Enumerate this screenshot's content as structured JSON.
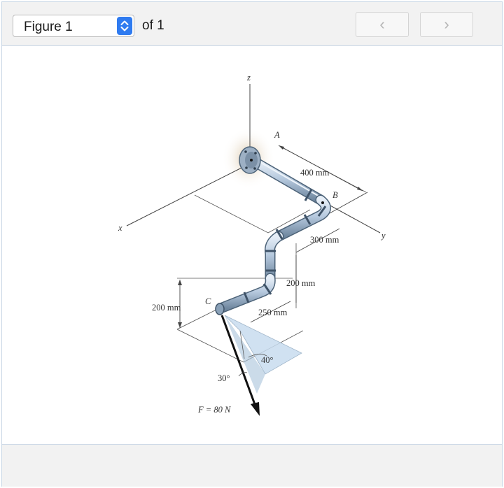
{
  "toolbar": {
    "figure_select_value": "Figure 1",
    "of_text": "of 1",
    "prev_glyph": "‹",
    "next_glyph": "›"
  },
  "figure": {
    "labels": {
      "axis_z": "z",
      "axis_x": "x",
      "axis_y": "y",
      "point_a": "A",
      "point_b": "B",
      "point_c": "C",
      "dim_400": "400 mm",
      "dim_300": "300 mm",
      "dim_200_right": "200 mm",
      "dim_200_left": "200 mm",
      "dim_250": "250 mm",
      "angle_40": "40°",
      "angle_30": "30°",
      "force": "F = 80 N"
    }
  },
  "colors": {
    "accent": "#2f7bf0",
    "pipe_fill": "#b6c9de",
    "pipe_edge": "#4d6378",
    "plane_fill": "#c8dcee",
    "wall_shadow": "#e9dcc8"
  }
}
